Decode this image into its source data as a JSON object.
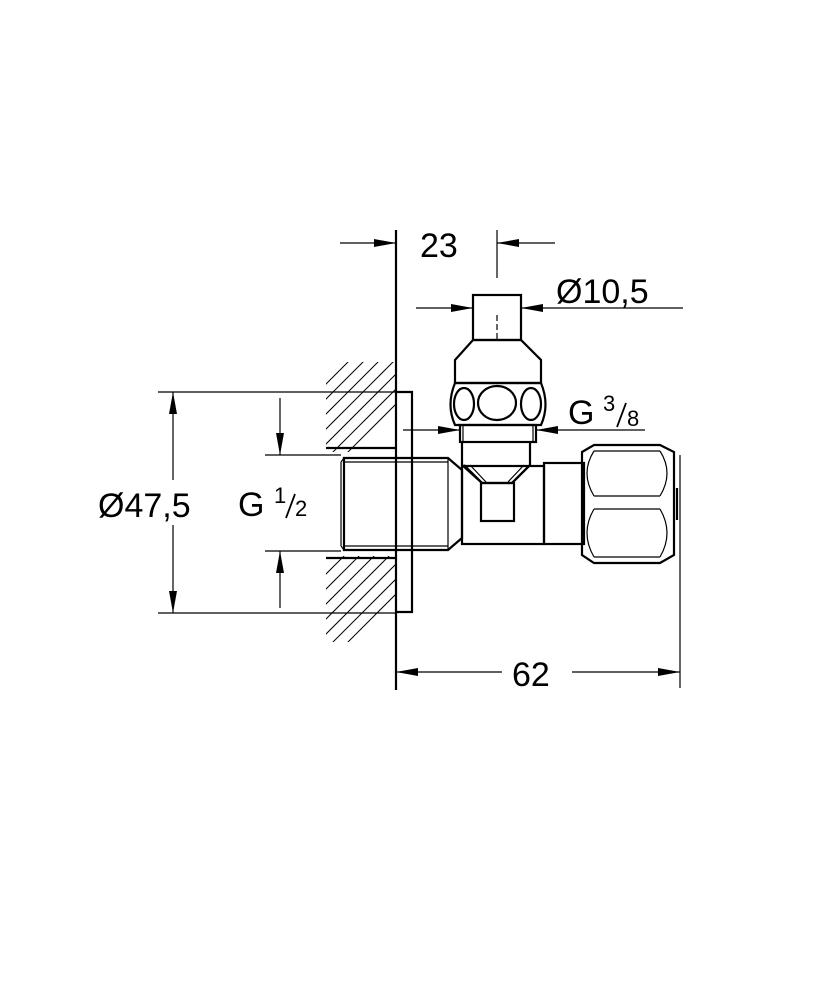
{
  "drawing": {
    "title": "Angle valve dimension drawing",
    "units": "mm",
    "background_color": "#ffffff",
    "line_color": "#000000"
  },
  "dimensions": {
    "width_top": {
      "value": "23"
    },
    "outlet_diameter": {
      "symbol": "Ø",
      "value": "10,5",
      "label": "Ø10,5"
    },
    "outlet_thread": {
      "prefix": "G",
      "numerator": "3",
      "denominator": "8"
    },
    "rosette_diameter": {
      "symbol": "Ø",
      "value": "47,5",
      "label": "Ø47,5"
    },
    "inlet_thread": {
      "prefix": "G",
      "numerator": "1",
      "denominator": "2"
    },
    "total_depth": {
      "value": "62"
    }
  }
}
